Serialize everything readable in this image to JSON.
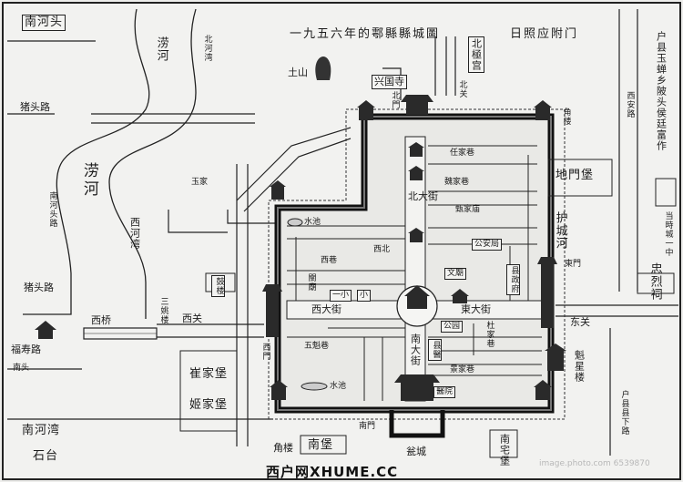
{
  "title": {
    "main": "一九五六年的鄠縣縣城圖",
    "sub": "日照应附门"
  },
  "labels": {
    "nan_he_tou": "南河头",
    "lao_he_1": "涝河",
    "bei_he_wan": "北河湾",
    "lao_he_2": "涝河",
    "nan_he_tou_lu": "南河头路",
    "xi_he_wan": "西河湾",
    "zhu_tou_lu_1": "猪头路",
    "zhu_tou_lu_2": "猪头路",
    "yu_jia": "玉家",
    "fu_shou_lu": "福寿路",
    "xi_qiao": "西桥",
    "san_qiao": "三姚楼",
    "xi_guan": "西关",
    "nan_he_wan": "南河湾",
    "shi_tai": "石台",
    "tu_shan": "土山",
    "xing_guo_si": "兴国寺",
    "bei_zhen_gong": "北極宫",
    "bei_guan": "北关",
    "xi_an_lu": "西安路",
    "jiao_lou": "角楼",
    "hu_xian_note": "户县玉蝉乡陂头侯廷富作",
    "di_men_bao": "地門堡",
    "hu_cheng_he": "护城河",
    "dong_men": "東門",
    "dang_shi_note": "当時城一中",
    "zhong_lie_ci": "忠烈祠",
    "dong_guan": "东关",
    "ling_xing_lou": "魁星楼",
    "hu_xian_xian_lu": "户县县下路",
    "nan_zhai_bao": "南宅堡",
    "nan_bao": "南堡",
    "jiao_lou_2": "角楼",
    "weng_cheng": "瓮城",
    "nan_men": "南門",
    "yi_yuan": "醫院",
    "jing_jia_xiang": "景家巷",
    "shui_chi_s": "水池",
    "shui_chi_n": "水池",
    "bei_da_jie": "北大街",
    "xi_da_jie": "西大街",
    "dong_da_jie": "東大街",
    "nan_da_jie": "南大街",
    "wu_miao": "五魁巷",
    "cui_jia_bao": "崔家堡",
    "zhi_jia_bao": "姬家堡",
    "ren_jia_xiang": "任家巷",
    "wei_jia_xiang": "魏家巷",
    "xiao_chang": "小",
    "wen_miao": "文廟",
    "gong_an_ju": "公安局",
    "xian_zheng_fu": "县政府",
    "gu_lou": "鼓楼",
    "yu_qiang": "西巷",
    "du_ji_miao": "杜家巷",
    "xi_men": "西門",
    "bei_men": "北門",
    "guan_miao": "關廟",
    "xi_bei": "西北",
    "yi_xiao": "一小",
    "gong_yuan": "公园",
    "zhen_jia_miao": "甄家庙",
    "xian_mu_gong": "县醫",
    "nan_tou": "南头"
  },
  "footer": {
    "text": "西户网XHUME.CC"
  },
  "watermark": {
    "text": "image.photo.com 6539870"
  }
}
